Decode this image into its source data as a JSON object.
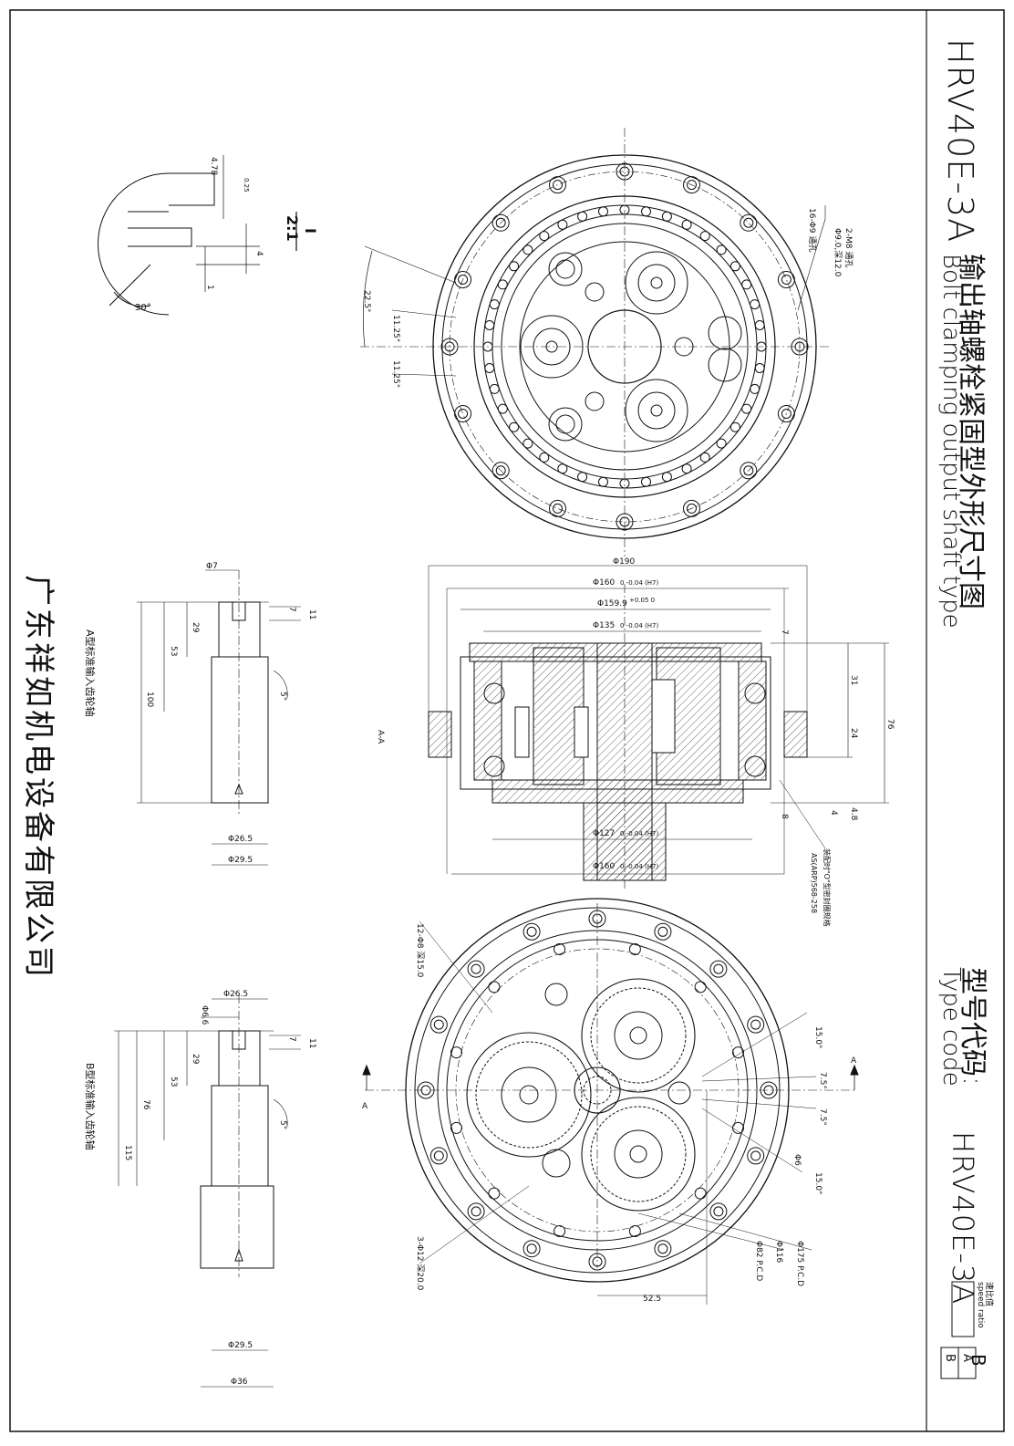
{
  "title_block": {
    "model_title": "HRV40E-3A",
    "title_zh": "输出轴螺栓紧固型外形尺寸图",
    "title_en": "Bolt clamping output shaft type",
    "type_code_zh": "型号代码:",
    "type_code_en": "Type code",
    "type_code_value": "HRV40E-3A",
    "speed_ratio_zh": "速比值",
    "speed_ratio_en": "speed ratio",
    "option_a": "A",
    "option_b": "B"
  },
  "company": "广东祥如机电设备有限公司",
  "detail_view": {
    "label": "I",
    "scale": "2:1",
    "dim_depth": "4.78",
    "dim_tol_upper": "0.25",
    "dim_tol_lower": "0",
    "dim_4": "4",
    "dim_1": "1",
    "angle": "30°"
  },
  "top_view": {
    "holes_through": "16-Φ9 通孔",
    "holes_tapped": "2-M8 通孔",
    "holes_counterbore": "Φ9.0,深12.0",
    "angle_225": "22.5°",
    "angle_1125a": "11.25°",
    "angle_1125b": "11.25°"
  },
  "section_view": {
    "label": "A-A",
    "d190": "Φ190",
    "d160": "Φ160",
    "d160_tol": "0 -0.04 (H7)",
    "d1599": "Φ159.9",
    "d1599_tol": "+0.05 0",
    "d135": "Φ135",
    "d135_tol": "0 -0.04 (H7)",
    "d127": "Φ127",
    "d127_tol": "0 -0.04 (H7)",
    "d160b": "Φ160",
    "d160b_tol": "0 -0.04 (H7)",
    "h76": "76",
    "h31": "31",
    "h24": "24",
    "h48": "4.8",
    "h4": "4",
    "h7": "7",
    "h8": "8",
    "oring_zh": "装配时\"O\"型密封圈规格",
    "oring_spec": "AS(ARP)568-258"
  },
  "shaft_a": {
    "caption": "A型标准输入齿轮轴",
    "d7": "Φ7",
    "d265": "Φ26.5",
    "d295": "Φ29.5",
    "l7": "7",
    "l11": "11",
    "l29": "29",
    "l53": "53",
    "l100": "100",
    "angle": "5°"
  },
  "shaft_b": {
    "caption": "B型标准输入齿轮轴",
    "d66": "Φ6.6",
    "d265": "Φ26.5",
    "d295": "Φ29.5",
    "d36": "Φ36",
    "l7": "7",
    "l11": "11",
    "l29": "29",
    "l53": "53",
    "l76": "76",
    "l115": "115",
    "angle": "5°"
  },
  "bottom_view": {
    "holes_12": "12-Φ8 深15.0",
    "holes_3": "3-Φ12 深20.0",
    "angle_15a": "15.0°",
    "angle_75a": "7.5°",
    "angle_75b": "7.5°",
    "angle_15b": "15.0°",
    "d6": "Φ6",
    "d116": "Φ116",
    "d175": "Φ175 P.C.D",
    "d82": "Φ82 P.C.D",
    "w525": "52.5",
    "section_mark": "A"
  }
}
